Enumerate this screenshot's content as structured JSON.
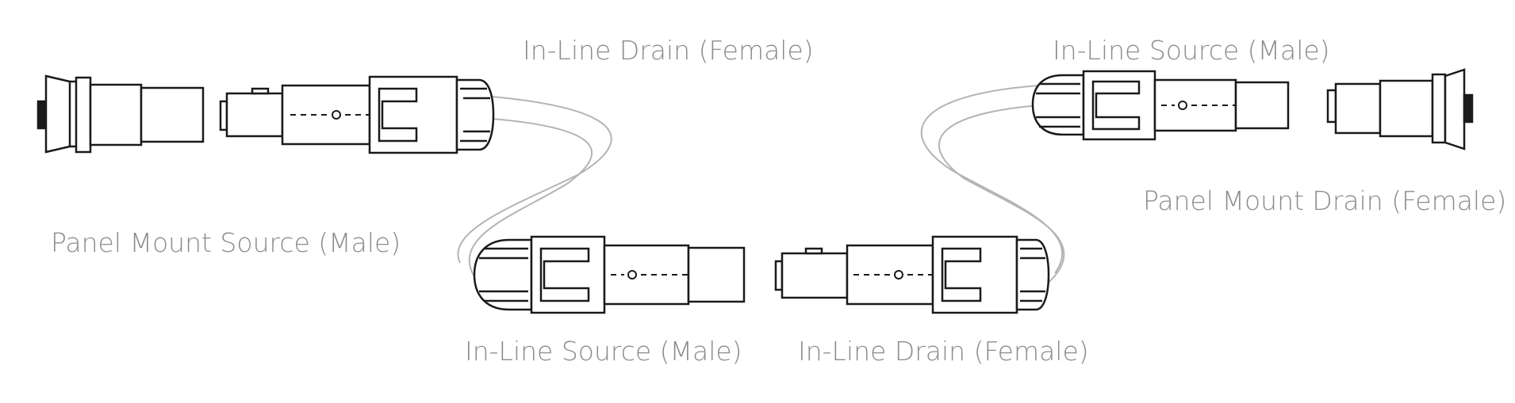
{
  "labels": {
    "inline_drain_female_top": "In-Line Drain (Female)",
    "inline_source_male_top": "In-Line Source (Male)",
    "panel_mount_source_male": "Panel Mount Source (Male)",
    "panel_mount_drain_female": "Panel Mount Drain (Female)",
    "inline_source_male_bottom": "In-Line Source (Male)",
    "inline_drain_female_bottom": "In-Line Drain (Female)"
  },
  "colors": {
    "outline": "#1a1a1a",
    "cable": "#b4b4b4",
    "label": "#8c8c8c"
  }
}
